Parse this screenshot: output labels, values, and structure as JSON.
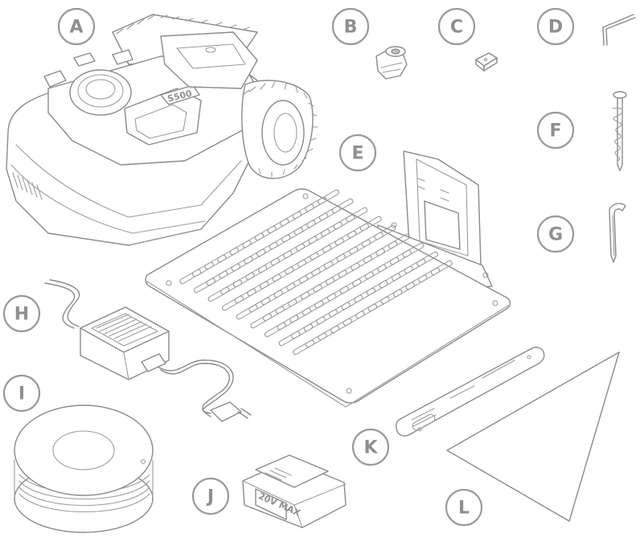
{
  "labels": {
    "a": "A",
    "b": "B",
    "c": "C",
    "d": "D",
    "e": "E",
    "f": "F",
    "g": "G",
    "h": "H",
    "i": "I",
    "j": "J",
    "k": "K",
    "l": "L"
  },
  "markings": {
    "mower_logo": "S500",
    "battery_logo": "20V MAX"
  },
  "colors": {
    "line": "#8a8a8a",
    "badge_text": "#8f8f8f",
    "background": "#ffffff"
  }
}
